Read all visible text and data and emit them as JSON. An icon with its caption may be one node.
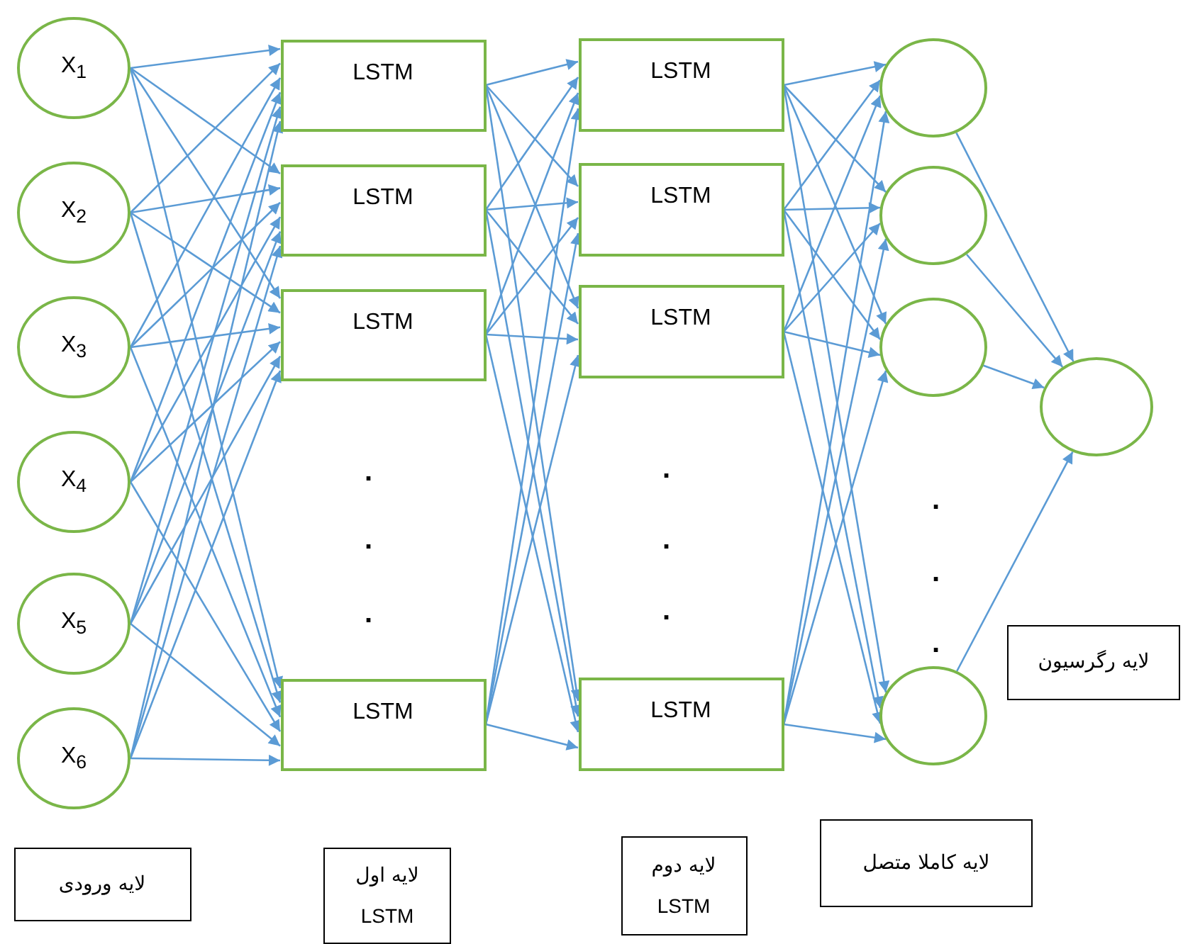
{
  "diagram": {
    "nodes": [
      {
        "text": [
          "X$_{1}$"
        ]
      },
      {
        "text": [
          "X$_{2}$"
        ]
      },
      {
        "text": [
          "X$_{3}$"
        ]
      },
      {
        "text": [
          "X$_{4}$"
        ]
      },
      {
        "text": [
          "X$_{5}$"
        ]
      },
      {
        "text": [
          "X$_{6}$"
        ]
      },
      {
        "text": [
          "LSTM"
        ]
      },
      {
        "text": [
          "LSTM"
        ]
      },
      {
        "text": [
          "LSTM"
        ]
      },
      {
        "text": [
          "LSTM"
        ]
      },
      {
        "text": [
          "LSTM"
        ]
      },
      {
        "text": [
          "LSTM"
        ]
      },
      {
        "text": [
          "LSTM"
        ]
      },
      {
        "text": [
          "LSTM"
        ]
      },
      {
        "text": [],
        "shape": "circle"
      },
      {
        "text": [],
        "shape": "circle"
      },
      {
        "text": [],
        "shape": "circle"
      },
      {
        "text": [],
        "shape": "circle"
      },
      {
        "text": [],
        "shape": "circle"
      },
      {
        "text": [
          "لایه رگرسیون"
        ]
      },
      {
        "text": [
          "لایه ورودی"
        ]
      },
      {
        "text": [
          "لایه اول",
          "LSTM"
        ]
      },
      {
        "text": [
          "لایه دوم",
          "LSTM"
        ]
      },
      {
        "text": [
          "لایه کاملا متصل"
        ]
      }
    ],
    "edges": [
      {
        "from": 0,
        "to": 6,
        "arrow": "to"
      },
      {
        "from": 0,
        "to": 7,
        "arrow": "to"
      },
      {
        "from": 0,
        "to": 8,
        "arrow": "to"
      },
      {
        "from": 0,
        "to": 9,
        "arrow": "to"
      },
      {
        "from": 1,
        "to": 6,
        "arrow": "to"
      },
      {
        "from": 1,
        "to": 7,
        "arrow": "to"
      },
      {
        "from": 1,
        "to": 8,
        "arrow": "to"
      },
      {
        "from": 1,
        "to": 9,
        "arrow": "to"
      },
      {
        "from": 2,
        "to": 6,
        "arrow": "to"
      },
      {
        "from": 2,
        "to": 7,
        "arrow": "to"
      },
      {
        "from": 2,
        "to": 8,
        "arrow": "to"
      },
      {
        "from": 2,
        "to": 9,
        "arrow": "to"
      },
      {
        "from": 3,
        "to": 6,
        "arrow": "to"
      },
      {
        "from": 3,
        "to": 7,
        "arrow": "to"
      },
      {
        "from": 3,
        "to": 8,
        "arrow": "to"
      },
      {
        "from": 3,
        "to": 9,
        "arrow": "to"
      },
      {
        "from": 4,
        "to": 6,
        "arrow": "to"
      },
      {
        "from": 4,
        "to": 7,
        "arrow": "to"
      },
      {
        "from": 4,
        "to": 8,
        "arrow": "to"
      },
      {
        "from": 4,
        "to": 9,
        "arrow": "to"
      },
      {
        "from": 5,
        "to": 6,
        "arrow": "to"
      },
      {
        "from": 5,
        "to": 7,
        "arrow": "to"
      },
      {
        "from": 5,
        "to": 8,
        "arrow": "to"
      },
      {
        "from": 5,
        "to": 9,
        "arrow": "to"
      },
      {
        "from": 6,
        "to": 10,
        "arrow": "to"
      },
      {
        "from": 6,
        "to": 11,
        "arrow": "to"
      },
      {
        "from": 6,
        "to": 12,
        "arrow": "to"
      },
      {
        "from": 6,
        "to": 13,
        "arrow": "to"
      },
      {
        "from": 7,
        "to": 10,
        "arrow": "to"
      },
      {
        "from": 7,
        "to": 11,
        "arrow": "to"
      },
      {
        "from": 7,
        "to": 12,
        "arrow": "to"
      },
      {
        "from": 7,
        "to": 13,
        "arrow": "to"
      },
      {
        "from": 8,
        "to": 10,
        "arrow": "to"
      },
      {
        "from": 8,
        "to": 11,
        "arrow": "to"
      },
      {
        "from": 8,
        "to": 12,
        "arrow": "to"
      },
      {
        "from": 8,
        "to": 13,
        "arrow": "to"
      },
      {
        "from": 9,
        "to": 10,
        "arrow": "to"
      },
      {
        "from": 9,
        "to": 11,
        "arrow": "to"
      },
      {
        "from": 9,
        "to": 12,
        "arrow": "to"
      },
      {
        "from": 9,
        "to": 13,
        "arrow": "to"
      },
      {
        "from": 10,
        "to": 14,
        "arrow": "to"
      },
      {
        "from": 10,
        "to": 15,
        "arrow": "to"
      },
      {
        "from": 10,
        "to": 16,
        "arrow": "to"
      },
      {
        "from": 10,
        "to": 17,
        "arrow": "to"
      },
      {
        "from": 11,
        "to": 14,
        "arrow": "to"
      },
      {
        "from": 11,
        "to": 15,
        "arrow": "to"
      },
      {
        "from": 11,
        "to": 16,
        "arrow": "to"
      },
      {
        "from": 11,
        "to": 17,
        "arrow": "to"
      },
      {
        "from": 12,
        "to": 14,
        "arrow": "to"
      },
      {
        "from": 12,
        "to": 15,
        "arrow": "to"
      },
      {
        "from": 12,
        "to": 16,
        "arrow": "to"
      },
      {
        "from": 12,
        "to": 17,
        "arrow": "to"
      },
      {
        "from": 13,
        "to": 14,
        "arrow": "to"
      },
      {
        "from": 13,
        "to": 15,
        "arrow": "to"
      },
      {
        "from": 13,
        "to": 16,
        "arrow": "to"
      },
      {
        "from": 13,
        "to": 17,
        "arrow": "to"
      },
      {
        "from": 14,
        "to": 18,
        "arrow": "to"
      },
      {
        "from": 15,
        "to": 18,
        "arrow": "to"
      },
      {
        "from": 16,
        "to": 18,
        "arrow": "to"
      },
      {
        "from": 17,
        "to": 18,
        "arrow": "to"
      }
    ],
    "labels": [
      ".",
      ".",
      ".",
      ".",
      ".",
      ".",
      ".",
      ".",
      "."
    ]
  }
}
